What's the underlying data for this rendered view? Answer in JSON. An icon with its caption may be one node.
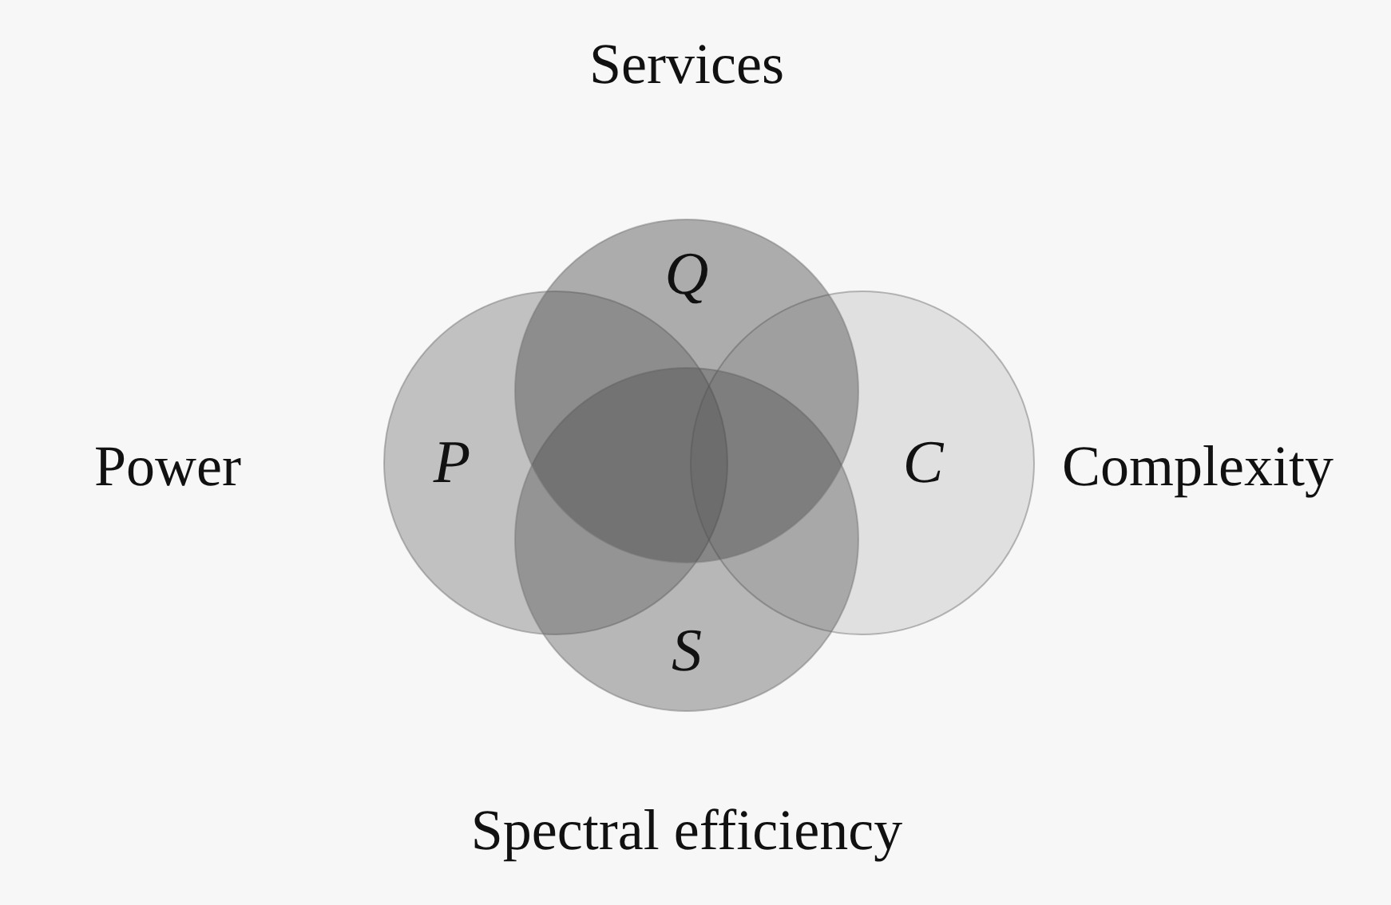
{
  "diagram": {
    "nodes": [
      {
        "text": [
          "Q"
        ],
        "beside": [
          "Services"
        ]
      },
      {
        "text": [
          "P"
        ],
        "beside": [
          "Power"
        ]
      },
      {
        "text": [
          "C"
        ],
        "beside": [
          "Complexity"
        ]
      },
      {
        "text": [
          "S"
        ],
        "beside": [
          "Spectral efficiency"
        ]
      }
    ]
  }
}
